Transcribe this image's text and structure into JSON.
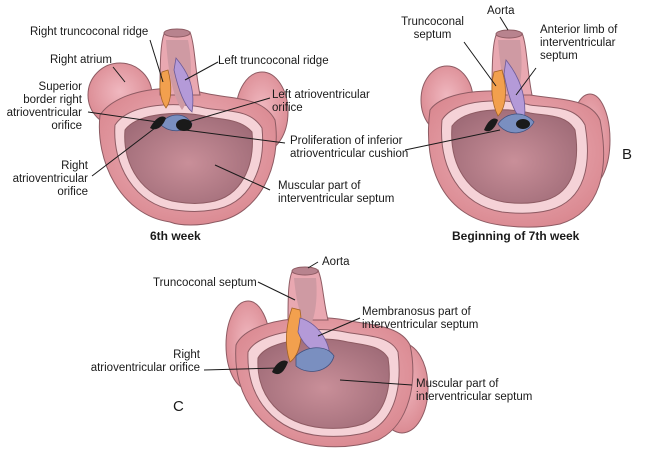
{
  "panel_a": {
    "caption": "6th week",
    "labels": {
      "right_truncoconal_ridge": "Right truncoconal ridge",
      "right_atrium": "Right atrium",
      "left_truncoconal_ridge": "Left truncoconal ridge",
      "superior_border": "Superior\nborder right\natrioventricular\norifice",
      "left_av_orifice": "Left atrioventricular\norifice",
      "proliferation": "Proliferation of inferior\natrioventricular cushion",
      "right_av_orifice": "Right\natrioventricular\norifice",
      "muscular_part": "Muscular part of\ninterventricular septum"
    }
  },
  "panel_b": {
    "caption": "Beginning of 7th week",
    "letter": "B",
    "labels": {
      "aorta": "Aorta",
      "truncoconal_septum": "Truncoconal\nseptum",
      "anterior_limb": "Anterior limb of\ninterventricular\nseptum"
    }
  },
  "panel_c": {
    "letter": "C",
    "labels": {
      "aorta": "Aorta",
      "truncoconal_septum": "Truncoconal septum",
      "membranous_part": "Membranosus part of\ninterventricular septum",
      "right_av_orifice": "Right\natrioventricular orifice",
      "muscular_part": "Muscular part of\ninterventricular septum"
    }
  },
  "colors": {
    "heart_outer": "#e6a2ac",
    "heart_rim": "#f3cdd3",
    "heart_inner": "#b8838e",
    "ridge_orange": "#f2a04e",
    "ridge_purple": "#b49ad8",
    "cushion_blue": "#7a8fc0",
    "orifice": "#1a1a1a"
  }
}
